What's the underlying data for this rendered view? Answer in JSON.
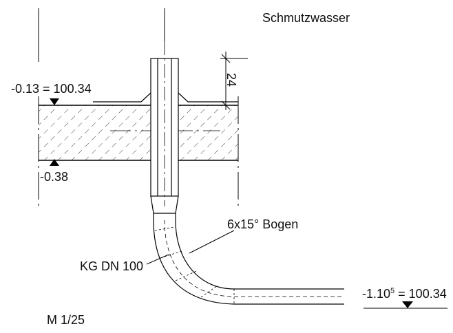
{
  "drawing": {
    "title": "Schmutzwasser",
    "level_top": "-0.13 = 100.34",
    "level_bottom": "-0.38",
    "dim_thickness": "24",
    "bend_label": "6x15° Bogen",
    "pipe_label": "KG DN 100",
    "scale": "M 1/25",
    "invert_prefix": "-1.10",
    "invert_sup": "5",
    "invert_suffix": " = 100.34"
  },
  "colors": {
    "line": "#000000",
    "hatch": "#222222"
  }
}
